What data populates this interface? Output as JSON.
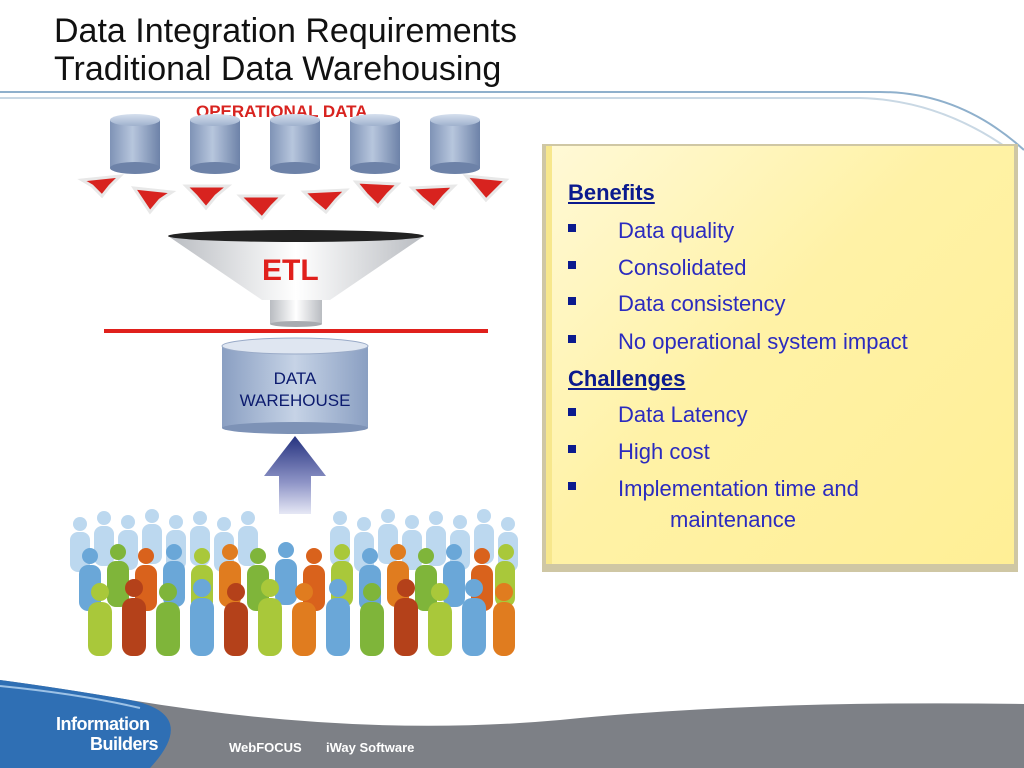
{
  "title": {
    "line1": "Data Integration Requirements",
    "line2": "Traditional Data Warehousing"
  },
  "diagram": {
    "operational_label": "OPERATIONAL DATA",
    "etl_label": "ETL",
    "warehouse_label_line1": "DATA",
    "warehouse_label_line2": "WAREHOUSE",
    "colors": {
      "accent_red": "#d8231f",
      "cylinder_blue": "#8fa3c4",
      "arrow_navy": "#2f3e8c"
    }
  },
  "panel": {
    "benefits_heading": "Benefits",
    "benefits": [
      "Data quality",
      "Consolidated",
      "Data consistency",
      "No operational system impact"
    ],
    "challenges_heading": "Challenges",
    "challenges": [
      "Data Latency",
      "High cost"
    ],
    "challenge_long_line1": "Implementation time and",
    "challenge_long_line2": "maintenance"
  },
  "footer": {
    "logo_line1": "Information",
    "logo_line2": "Builders",
    "product1": "WebFOCUS",
    "product2": "iWay Software"
  }
}
